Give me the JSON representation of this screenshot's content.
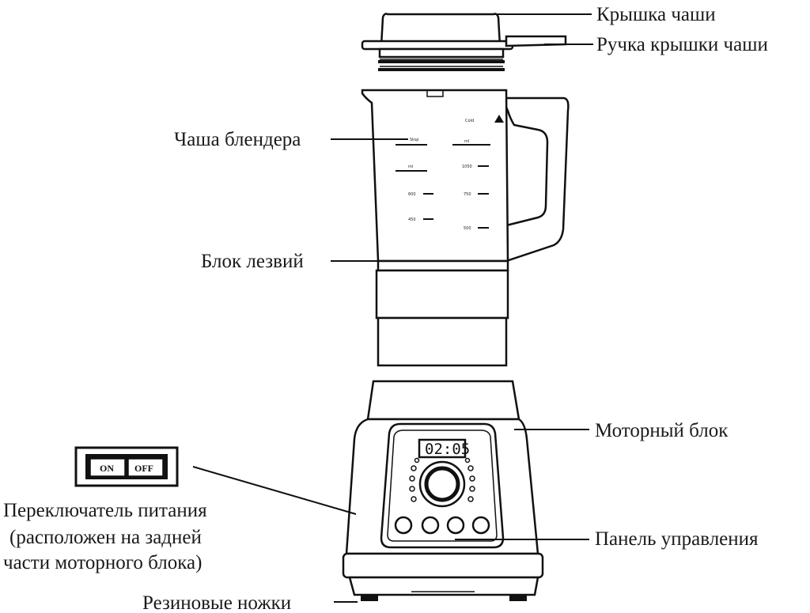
{
  "labels": {
    "lid": "Крышка чаши",
    "lid_handle": "Ручка крышки чаши",
    "jar": "Чаша блендера",
    "blade_unit": "Блок лезвий",
    "motor_unit": "Моторный блок",
    "power_switch_line1": "Переключатель питания",
    "power_switch_line2": "(расположен на задней",
    "power_switch_line3": "части моторного блока)",
    "control_panel": "Панель управления",
    "rubber_feet": "Резиновые ножки"
  },
  "switch": {
    "on": "ON",
    "off": "OFF"
  },
  "display": {
    "time": "02:05"
  },
  "jar_marks": {
    "left": [
      "Stop",
      "ml",
      "600",
      "450"
    ],
    "right": [
      "Cold",
      "ml",
      "1050",
      "750",
      "500"
    ]
  }
}
